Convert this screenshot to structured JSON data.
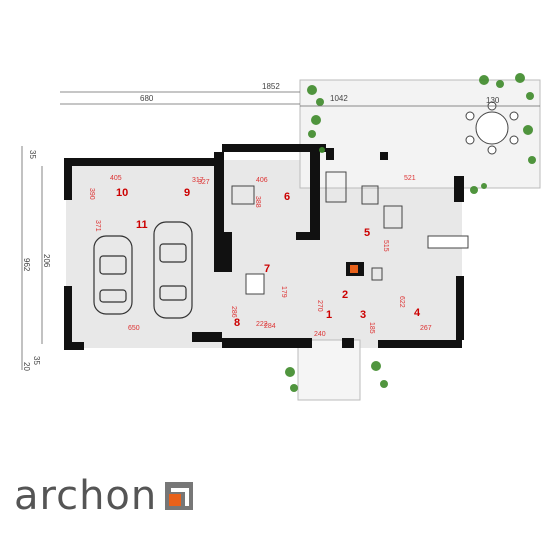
{
  "dimensions": {
    "top_total": "1852",
    "top_left": "680",
    "top_mid": "1042",
    "top_right": "130",
    "left_total": "962",
    "left_inner": "206",
    "left_top": "35",
    "left_bottom_a": "20",
    "left_bottom_b": "35"
  },
  "rooms": [
    {
      "number": "11",
      "area": "650"
    },
    {
      "number": "10",
      "area": "390"
    },
    {
      "number": "9",
      "area": "317"
    },
    {
      "number": "6",
      "area": "406"
    },
    {
      "number": "5",
      "area": "521"
    },
    {
      "number": "7",
      "area": "179"
    },
    {
      "number": "8",
      "area": "222"
    },
    {
      "number": "1",
      "area": "240"
    },
    {
      "number": "2",
      "area": "270"
    },
    {
      "number": "3",
      "area": "185"
    },
    {
      "number": "4",
      "area": "622"
    }
  ],
  "extra_dims": [
    "371",
    "405",
    "388",
    "284",
    "327",
    "515",
    "286",
    "267"
  ],
  "logo": {
    "text": "archon",
    "accent": "#e8611a"
  },
  "colors": {
    "wall": "#111111",
    "floor": "#e6e6e6",
    "redtext": "#d33333",
    "green": "#3e8a2a"
  }
}
